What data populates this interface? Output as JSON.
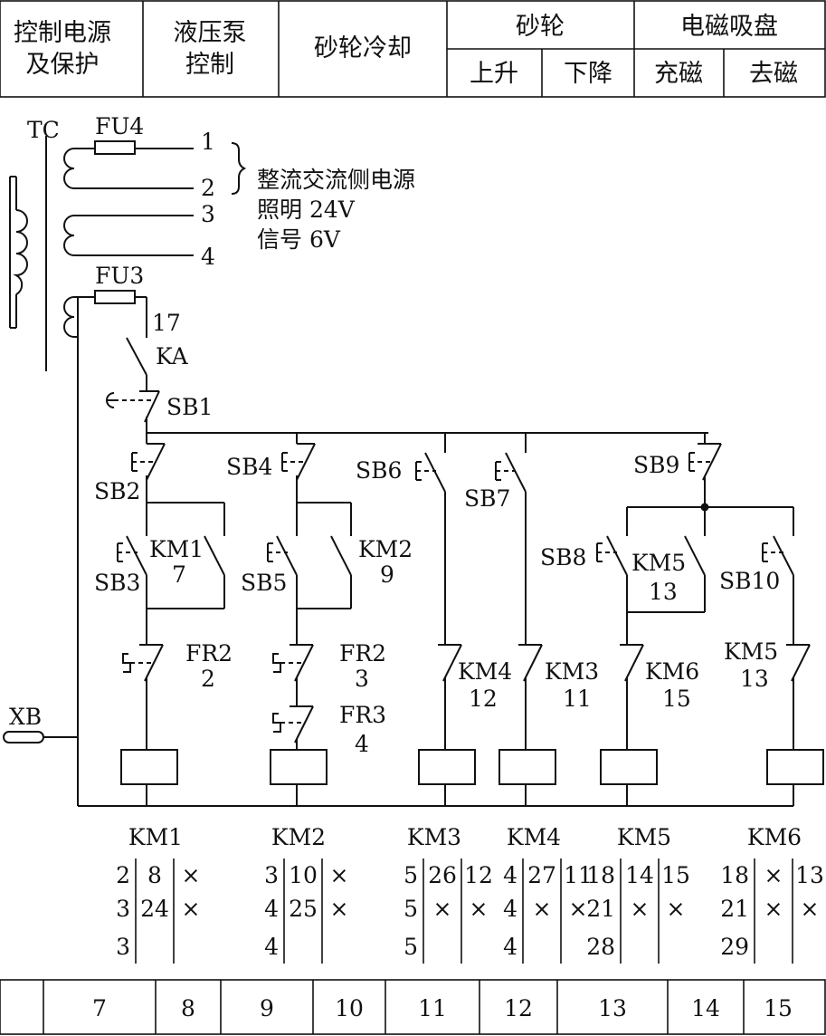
{
  "header": {
    "col1_line1": "控制电源",
    "col1_line2": "及保护",
    "col2_line1": "液压泵",
    "col2_line2": "控制",
    "col3": "砂轮冷却",
    "col4": "砂轮",
    "col4_sub1": "上升",
    "col4_sub2": "下降",
    "col5": "电磁吸盘",
    "col5_sub1": "充磁",
    "col5_sub2": "去磁"
  },
  "notes": {
    "line1": "整流交流侧电源",
    "line2": "照明 24V",
    "line3": "信号 6V"
  },
  "labels": {
    "tc": "TC",
    "fu4": "FU4",
    "fu3": "FU3",
    "w1": "1",
    "w2": "2",
    "w3": "3",
    "w4": "4",
    "n17": "17",
    "ka": "KA",
    "sb1": "SB1",
    "sb2": "SB2",
    "sb3": "SB3",
    "sb4": "SB4",
    "sb5": "SB5",
    "sb6": "SB6",
    "sb7": "SB7",
    "sb8": "SB8",
    "sb9": "SB9",
    "sb10": "SB10",
    "km1c": "KM1",
    "km1c_n": "7",
    "km2c": "KM2",
    "km2c_n": "9",
    "km5c": "KM5",
    "km5c_n": "13",
    "fr2a": "FR2",
    "fr2a_n": "2",
    "fr2b": "FR2",
    "fr2b_n": "3",
    "fr3": "FR3",
    "fr3_n": "4",
    "km4i": "KM4",
    "km4i_n": "12",
    "km3i": "KM3",
    "km3i_n": "11",
    "km6i": "KM6",
    "km6i_n": "15",
    "km5i": "KM5",
    "km5i_n": "13",
    "xb": "XB"
  },
  "coil_tables": [
    {
      "name": "KM1",
      "c1": [
        "2",
        "3",
        "3"
      ],
      "c2": [
        "8",
        "24",
        ""
      ],
      "c3": [
        "×",
        "×",
        ""
      ]
    },
    {
      "name": "KM2",
      "c1": [
        "3",
        "4",
        "4"
      ],
      "c2": [
        "10",
        "25",
        ""
      ],
      "c3": [
        "×",
        "×",
        ""
      ]
    },
    {
      "name": "KM3",
      "c1": [
        "5",
        "5",
        "5"
      ],
      "c2": [
        "26",
        "×",
        ""
      ],
      "c3": [
        "12",
        "×",
        ""
      ]
    },
    {
      "name": "KM4",
      "c1": [
        "4",
        "4",
        "4"
      ],
      "c2": [
        "27",
        "×",
        ""
      ],
      "c3": [
        "11",
        "×",
        ""
      ]
    },
    {
      "name": "KM5",
      "c1": [
        "18",
        "21",
        "28"
      ],
      "c2": [
        "14",
        "×",
        ""
      ],
      "c3": [
        "15",
        "×",
        ""
      ]
    },
    {
      "name": "KM6",
      "c1": [
        "18",
        "21",
        "29"
      ],
      "c2": [
        "×",
        "×",
        ""
      ],
      "c3": [
        "13",
        "×",
        ""
      ]
    }
  ],
  "footer": [
    "7",
    "8",
    "9",
    "10",
    "11",
    "12",
    "13",
    "14",
    "15"
  ]
}
